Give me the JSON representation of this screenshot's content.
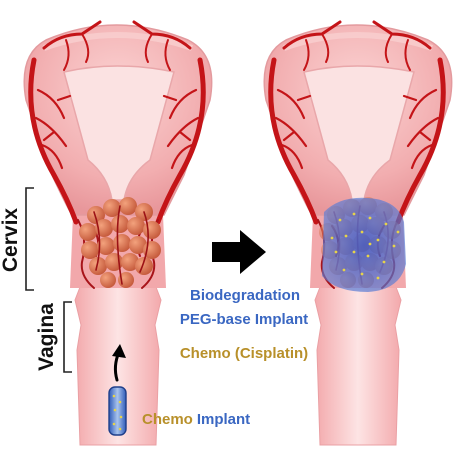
{
  "labels": {
    "cervix": "Cervix",
    "vagina": "Vagina",
    "biodegradation": "Biodegradation",
    "peg_implant": "PEG-base Implant",
    "chemo_drug": "Chemo (Cisplatin)",
    "chemo_implant_word1": "Chemo",
    "chemo_implant_word2": "Implant"
  },
  "colors": {
    "tissue": "#f4b6b7",
    "tissue_dark": "#e58f93",
    "vessel": "#c41418",
    "tumor": "#d9714e",
    "implant_blue": "#3b63c4",
    "drug_yellow": "#e6d34a",
    "label_blue": "#3a67c2",
    "label_gold": "#b8902a",
    "text_dark": "#111111"
  }
}
